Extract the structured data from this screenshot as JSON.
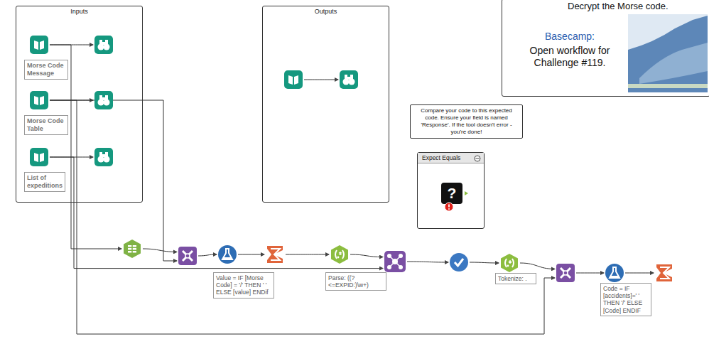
{
  "diagram": {
    "nodes": [
      {
        "text": [
          "Inputs"
        ]
      },
      {
        "text": [
          "Morse Code Message"
        ],
        "in": 0
      },
      {
        "text": [],
        "in": 0
      },
      {
        "text": [
          "Morse Code Table"
        ],
        "in": 0
      },
      {
        "text": [],
        "in": 0
      },
      {
        "text": [
          "List of expeditions"
        ],
        "in": 0
      },
      {
        "text": [],
        "in": 0
      },
      {
        "text": [
          "Outputs"
        ]
      },
      {
        "text": [],
        "in": 7
      },
      {
        "text": [],
        "in": 7
      },
      {
        "text": [
          "Compare your code to this expected code. Ensure your field is named 'Response'. If the tool doesn't error - you're done!"
        ]
      },
      {
        "text": [
          "Expect Equals"
        ]
      },
      {
        "text": [
          "?"
        ],
        "in": 11
      },
      {
        "text": [
          "Decrypt the Morse code.",
          "Basecamp:",
          "Open workflow for Challenge #119."
        ]
      },
      {
        "text": []
      },
      {
        "text": []
      },
      {
        "text": [
          "Value = IF [Morse Code] = '/' THEN ' ' ELSE [value] ENDif"
        ]
      },
      {
        "text": []
      },
      {
        "text": [
          "Parse: ((?<=EXPID:)\\w+)"
        ]
      },
      {
        "text": []
      },
      {
        "text": []
      },
      {
        "text": [
          "Tokenize: ."
        ]
      },
      {
        "text": []
      },
      {
        "text": [
          "Code = IF [accidents]=' ' THEN '/' ELSE [Code] ENDIF"
        ]
      },
      {
        "text": []
      }
    ],
    "edges": [
      {
        "from": 1,
        "to": 2,
        "arrow": "to"
      },
      {
        "from": 3,
        "to": 4,
        "arrow": "to"
      },
      {
        "from": 5,
        "to": 6,
        "arrow": "to"
      },
      {
        "from": 8,
        "to": 9,
        "arrow": "to"
      },
      {
        "from": 1,
        "to": 14,
        "arrow": "to"
      },
      {
        "from": 3,
        "to": 15,
        "arrow": "to"
      },
      {
        "from": 5,
        "to": 19,
        "arrow": "to"
      },
      {
        "from": 3,
        "to": 22,
        "arrow": "to"
      },
      {
        "from": 14,
        "to": 15,
        "arrow": "to"
      },
      {
        "from": 15,
        "to": 16,
        "arrow": "to"
      },
      {
        "from": 16,
        "to": 17,
        "arrow": "to"
      },
      {
        "from": 17,
        "to": 18,
        "arrow": "to"
      },
      {
        "from": 18,
        "to": 19,
        "arrow": "to"
      },
      {
        "from": 19,
        "to": 20,
        "arrow": "to"
      },
      {
        "from": 20,
        "to": 21,
        "arrow": "to"
      },
      {
        "from": 21,
        "to": 22,
        "arrow": "to"
      },
      {
        "from": 22,
        "to": 23,
        "arrow": "to"
      },
      {
        "from": 23,
        "to": 24,
        "arrow": "to"
      }
    ]
  }
}
